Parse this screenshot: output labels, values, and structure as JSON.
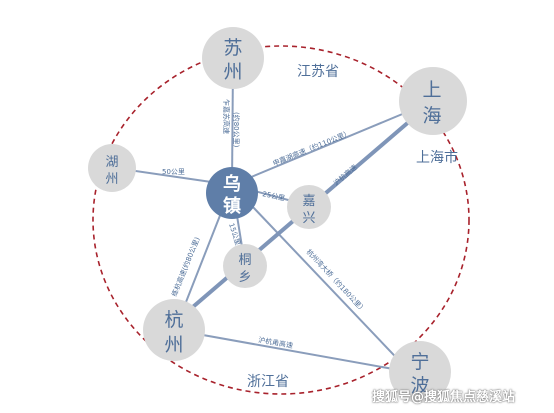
{
  "center": {
    "name_line1": "乌",
    "name_line2": "镇"
  },
  "cities": {
    "suzhou": {
      "line1": "苏",
      "line2": "州"
    },
    "shanghai": {
      "line1": "上",
      "line2": "海"
    },
    "huzhou": {
      "line1": "湖",
      "line2": "州"
    },
    "jiaxing": {
      "line1": "嘉",
      "line2": "兴"
    },
    "tongxiang": {
      "line1": "桐",
      "line2": "乡"
    },
    "hangzhou": {
      "line1": "杭",
      "line2": "州"
    },
    "ningbo": {
      "line1": "宁",
      "line2": "波"
    }
  },
  "regions": {
    "jiangsu": "江苏省",
    "shanghai_city": "上海市",
    "zhejiang": "浙江省"
  },
  "routes": {
    "to_suzhou_road": "乍嘉苏高速",
    "to_suzhou_dist": "(约80公里)",
    "to_shanghai": "申嘉湖高速（约110公里）",
    "to_huzhou": "50公里",
    "to_jiaxing": "25公里",
    "shanghai_hangzhou_rail": "沪杭高速",
    "to_tongxiang": "15公里",
    "to_hangzhou": "练杭高速(约80公里)",
    "to_ningbo": "杭州湾大桥（约180公里）",
    "hangzhou_ningbo": "沪杭甬高速"
  },
  "watermark": "搜狐号@搜狐焦点慈溪站",
  "colors": {
    "road": "#8a9dbb",
    "rail": "#7f95b8",
    "boundary": "#a8222c",
    "node": "#d9d9d9",
    "center": "#5f7ea8",
    "text": "#4f6f99"
  }
}
